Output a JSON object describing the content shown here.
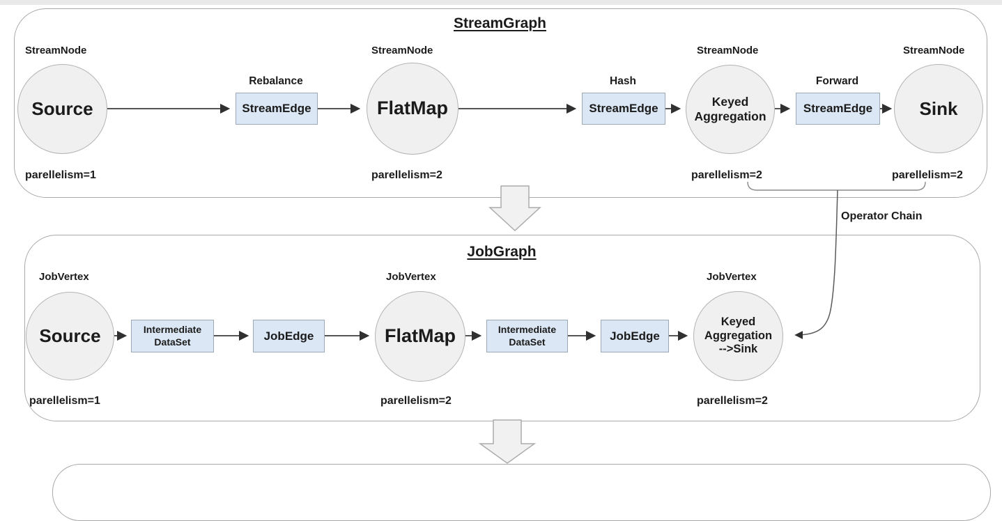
{
  "streamgraph": {
    "title": "StreamGraph",
    "nodes": {
      "source": {
        "type_label": "StreamNode",
        "name": "Source",
        "parallelism": "parellelism=1"
      },
      "flatmap": {
        "type_label": "StreamNode",
        "name": "FlatMap",
        "parallelism": "parellelism=2"
      },
      "keyed_aggregation": {
        "type_label": "StreamNode",
        "name": "Keyed\nAggregation",
        "parallelism": "parellelism=2"
      },
      "sink": {
        "type_label": "StreamNode",
        "name": "Sink",
        "parallelism": "parellelism=2"
      }
    },
    "edges": {
      "rebalance": {
        "strategy": "Rebalance",
        "name": "StreamEdge"
      },
      "hash": {
        "strategy": "Hash",
        "name": "StreamEdge"
      },
      "forward": {
        "strategy": "Forward",
        "name": "StreamEdge"
      }
    }
  },
  "jobgraph": {
    "title": "JobGraph",
    "nodes": {
      "source": {
        "type_label": "JobVertex",
        "name": "Source",
        "parallelism": "parellelism=1"
      },
      "flatmap": {
        "type_label": "JobVertex",
        "name": "FlatMap",
        "parallelism": "parellelism=2"
      },
      "keyed_agg_sink": {
        "type_label": "JobVertex",
        "name": "Keyed\nAggregation\n-->Sink",
        "parallelism": "parellelism=2"
      }
    },
    "edges": {
      "intermediate_dataset_1": {
        "name": "Intermediate\nDataSet"
      },
      "job_edge_1": {
        "name": "JobEdge"
      },
      "intermediate_dataset_2": {
        "name": "Intermediate\nDataSet"
      },
      "job_edge_2": {
        "name": "JobEdge"
      }
    }
  },
  "annotations": {
    "operator_chain": "Operator Chain"
  },
  "colors": {
    "node_fill": "#f0f0f0",
    "edge_box_fill": "#dbe7f4",
    "edge_box_border": "#9aa7b5",
    "container_border": "#a8a8a8",
    "connector": "#3c3c3c",
    "block_arrow_fill": "#f1f1f1"
  }
}
